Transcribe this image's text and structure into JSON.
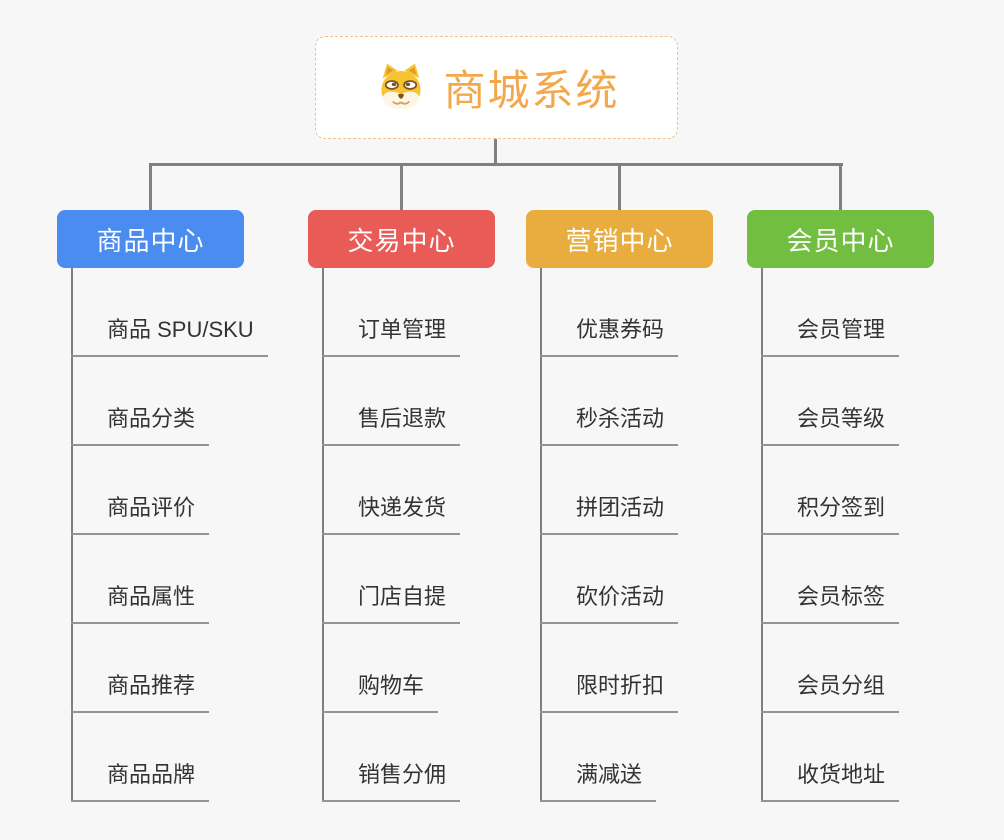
{
  "app": {
    "background_color": "#f7f7f7",
    "connector_color": "#808080"
  },
  "root": {
    "label": "商城系统",
    "icon": "shiba-dog-icon",
    "text_color": "#f2a84b",
    "border_color": "#f0c285"
  },
  "branches": [
    {
      "label": "商品中心",
      "color": "#4a8cf0",
      "items": [
        "商品 SPU/SKU",
        "商品分类",
        "商品评价",
        "商品属性",
        "商品推荐",
        "商品品牌"
      ]
    },
    {
      "label": "交易中心",
      "color": "#e85b56",
      "items": [
        "订单管理",
        "售后退款",
        "快递发货",
        "门店自提",
        "购物车",
        "销售分佣"
      ]
    },
    {
      "label": "营销中心",
      "color": "#e9ad3f",
      "items": [
        "优惠券码",
        "秒杀活动",
        "拼团活动",
        "砍价活动",
        "限时折扣",
        "满减送"
      ]
    },
    {
      "label": "会员中心",
      "color": "#71be41",
      "items": [
        "会员管理",
        "会员等级",
        "积分签到",
        "会员标签",
        "会员分组",
        "收货地址"
      ]
    }
  ]
}
